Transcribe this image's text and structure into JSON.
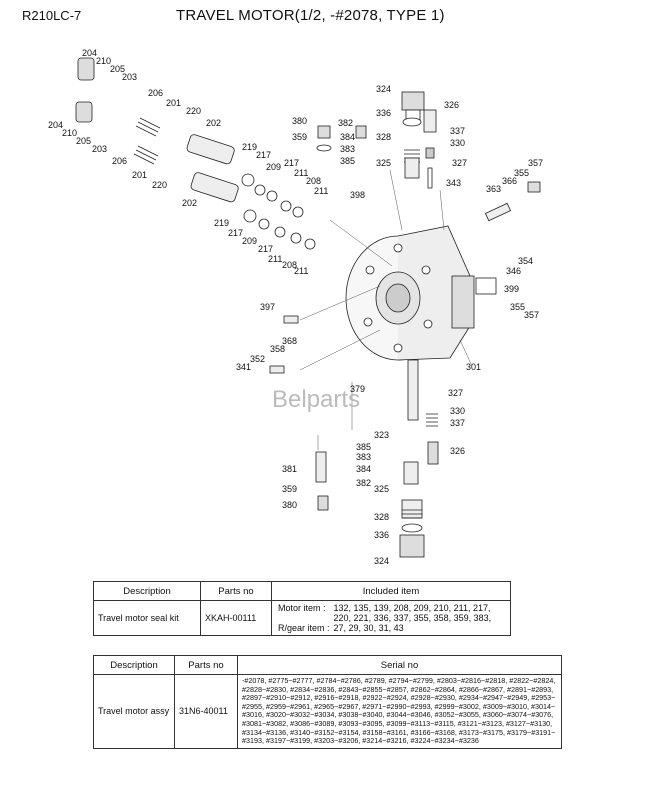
{
  "header": {
    "model": "R210LC-7",
    "title": "TRAVEL MOTOR(1/2, -#2078, TYPE 1)"
  },
  "watermark": "Belparts",
  "labels": [
    "204",
    "210",
    "205",
    "203",
    "206",
    "201",
    "220",
    "202",
    "204",
    "210",
    "205",
    "203",
    "206",
    "201",
    "220",
    "202",
    "219",
    "217",
    "209",
    "217",
    "211",
    "208",
    "211",
    "219",
    "217",
    "209",
    "217",
    "211",
    "208",
    "211",
    "398",
    "324",
    "326",
    "336",
    "337",
    "330",
    "380",
    "382",
    "359",
    "384",
    "383",
    "385",
    "328",
    "325",
    "327",
    "343",
    "357",
    "355",
    "366",
    "363",
    "354",
    "346",
    "399",
    "397",
    "355",
    "357",
    "301",
    "368",
    "352",
    "358",
    "341",
    "379",
    "327",
    "330",
    "337",
    "323",
    "385",
    "383",
    "384",
    "382",
    "381",
    "359",
    "380",
    "326",
    "325",
    "328",
    "336",
    "324"
  ],
  "kit_table": {
    "headers": [
      "Description",
      "Parts no",
      "Included item"
    ],
    "row": {
      "description": "Travel motor seal kit",
      "parts_no": "XKAH-00111",
      "motor_label": "Motor item :",
      "motor_items_1": "132, 135, 139, 208, 209, 210, 211, 217,",
      "motor_items_2": "220, 221, 336, 337, 355, 358, 359, 383,",
      "rgear_label": "R/gear item :",
      "rgear_items": "27, 29, 30, 31, 43"
    }
  },
  "assy_table": {
    "headers": [
      "Description",
      "Parts no",
      "Serial no"
    ],
    "row": {
      "description": "Travel motor assy",
      "parts_no": "31N6-40011",
      "serial": "-#2078, #2775~#2777, #2784~#2786, #2789, #2794~#2799, #2803~#2816~#2818, #2822~#2824, #2828~#2830, #2834~#2836, #2843~#2855~#2857, #2862~#2864, #2866~#2867, #2891~#2893, #2897~#2910~#2912, #2916~#2918, #2922~#2924, #2928~#2930, #2934~#2947~#2949, #2953~#2955, #2959~#2961, #2965~#2967, #2971~#2990~#2993, #2999~#3002, #3009~#3010, #3014~#3016, #3020~#3032~#3034, #3038~#3040, #3044~#3046, #3052~#3055, #3060~#3074~#3076, #3081~#3082, #3086~#3089, #3093~#3095, #3099~#3113~#3115, #3121~#3123, #3127~#3130, #3134~#3136, #3140~#3152~#3154, #3158~#3161, #3166~#3168, #3173~#3175, #3179~#3191~#3193, #3197~#3199, #3203~#3206, #3214~#3216, #3224~#3234~#3236"
    }
  }
}
